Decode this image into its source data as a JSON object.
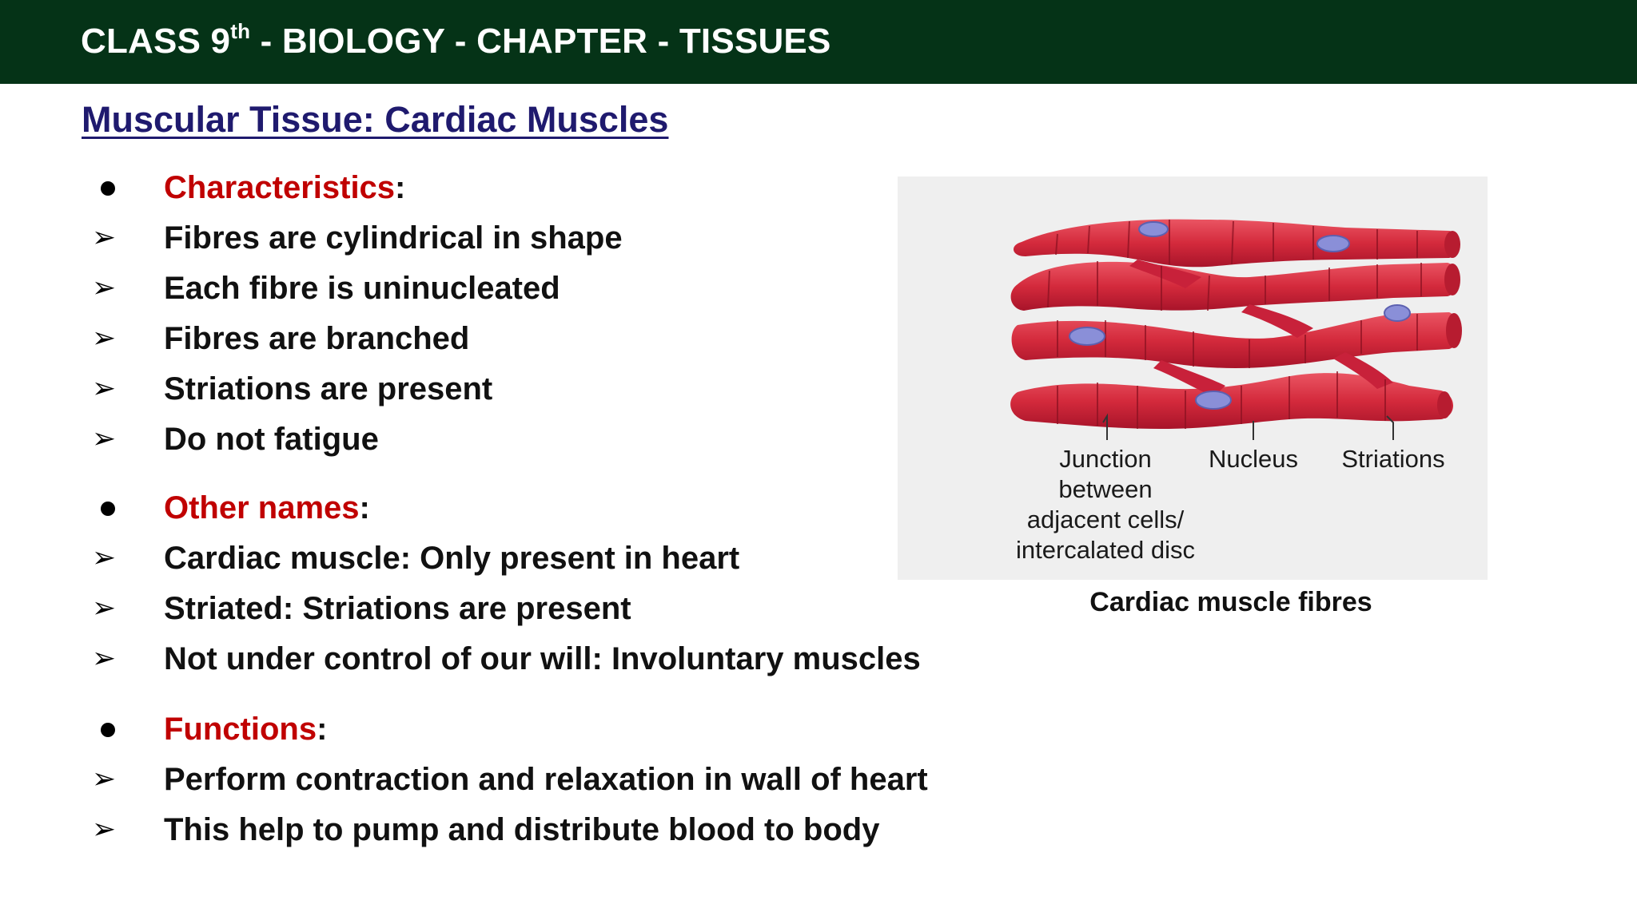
{
  "header": {
    "title_prefix": "CLASS 9",
    "title_sup": "th",
    "title_suffix": " - BIOLOGY - CHAPTER - TISSUES"
  },
  "heading": "Muscular Tissue: Cardiac Muscles",
  "sections": [
    {
      "title": "Characteristics",
      "colon": ":",
      "points": [
        "Fibres are cylindrical in shape",
        "Each fibre is uninucleated",
        "Fibres are branched",
        "Striations are present",
        "Do not fatigue"
      ]
    },
    {
      "title": "Other names",
      "colon": ":",
      "points": [
        "Cardiac muscle: Only present in heart",
        "Striated: Striations are present",
        "Not under control of our will: Involuntary muscles"
      ]
    },
    {
      "title": "Functions",
      "colon": ":",
      "points": [
        "Perform contraction and relaxation in wall of heart",
        "This help to pump and distribute blood to body"
      ]
    }
  ],
  "markers": {
    "arrow": "➢"
  },
  "figure": {
    "labels": {
      "junction": [
        "Junction",
        "between",
        "adjacent cells/",
        "intercalated disc"
      ],
      "nucleus": "Nucleus",
      "striations": "Striations"
    },
    "caption": "Cardiac muscle fibres"
  },
  "colors": {
    "header_bg": "#053317",
    "heading": "#1f1a6e",
    "accent_red": "#c00000",
    "muscle_red": "#d42a3c",
    "nucleus_blue": "#8a8fd8"
  }
}
